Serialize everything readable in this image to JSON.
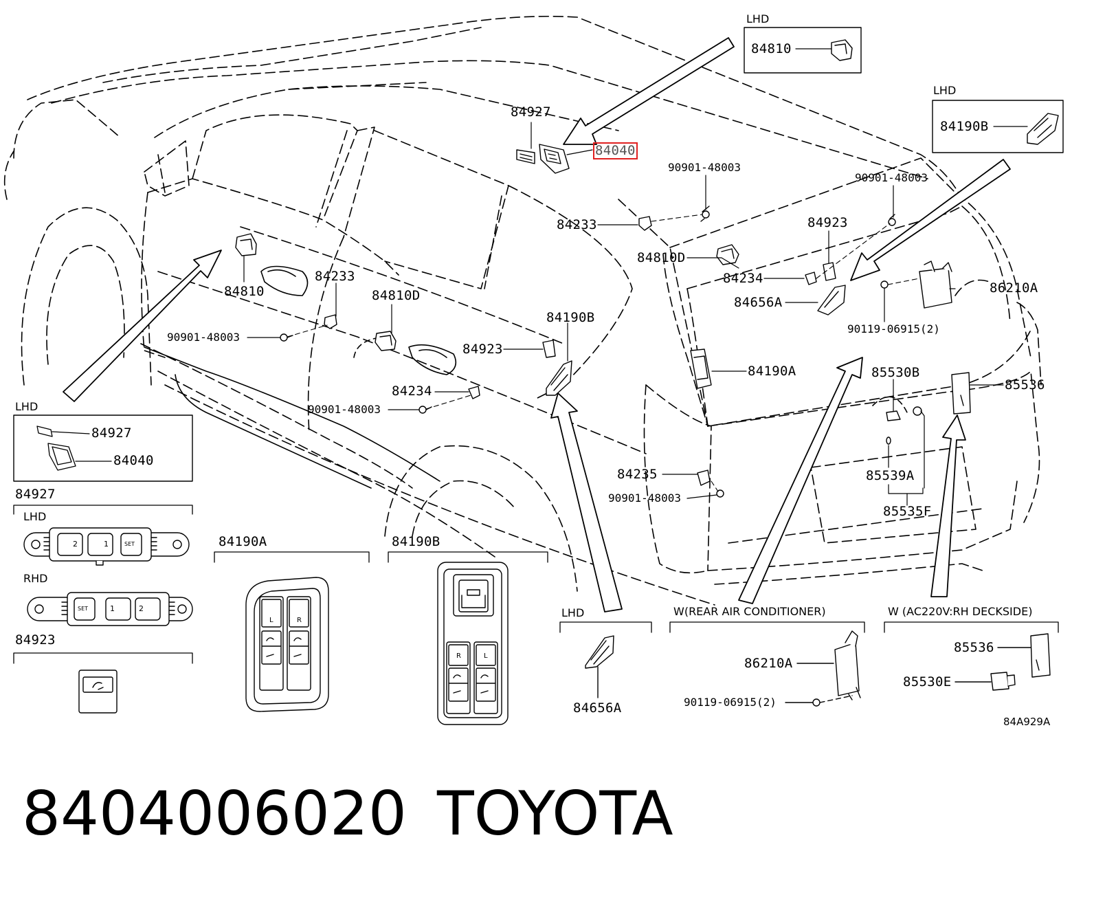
{
  "parts": {
    "p84927_top": "84927",
    "p84040_top": "84040",
    "p84810_lhd": "84810",
    "p84190B_lhd": "84190B",
    "p90901_top1": "90901-48003",
    "p90901_top2": "90901-48003",
    "p84233_top": "84233",
    "p84923_right": "84923",
    "p84810D_right": "84810D",
    "p84234_right": "84234",
    "p84656A_right": "84656A",
    "p86210A_right": "86210A",
    "p90119_right": "90119-06915(2)",
    "p84810_left": "84810",
    "p84233_left": "84233",
    "p84810D_left": "84810D",
    "p90901_left1": "90901-48003",
    "p84190B_mid": "84190B",
    "p84923_mid": "84923",
    "p84234_mid": "84234",
    "p90901_left2": "90901-48003",
    "p84190A_mid": "84190A",
    "p85530B": "85530B",
    "p85536_right": "85536",
    "p84235": "84235",
    "p90901_mid3": "90901-48003",
    "p85539A": "85539A",
    "p85535F": "85535F",
    "p84927_inset": "84927",
    "p84040_inset": "84040",
    "p84927_sec": "84927",
    "p84923_sec": "84923",
    "p84190A_sec": "84190A",
    "p84190B_sec": "84190B",
    "p84656A_sec": "84656A",
    "p86210A_sec": "86210A",
    "p90119_sec": "90119-06915(2)",
    "p85536_sec": "85536",
    "p85530E_sec": "85530E"
  },
  "headers": {
    "lhd1": "LHD",
    "lhd2": "LHD",
    "lhd3": "LHD",
    "lhd4": "LHD",
    "lhd5": "LHD",
    "rhd": "RHD",
    "rear_ac": "W(REAR AIR CONDITIONER)",
    "ac220": "W (AC220V:RH DECKSIDE)"
  },
  "switch_labels": {
    "set": "SET",
    "one": "1",
    "two": "2",
    "L": "L",
    "R": "R"
  },
  "diagram_code": "84A929A",
  "footer": {
    "part_number": "8404006020",
    "brand": "TOYOTA"
  },
  "highlight_color": "#e02020"
}
